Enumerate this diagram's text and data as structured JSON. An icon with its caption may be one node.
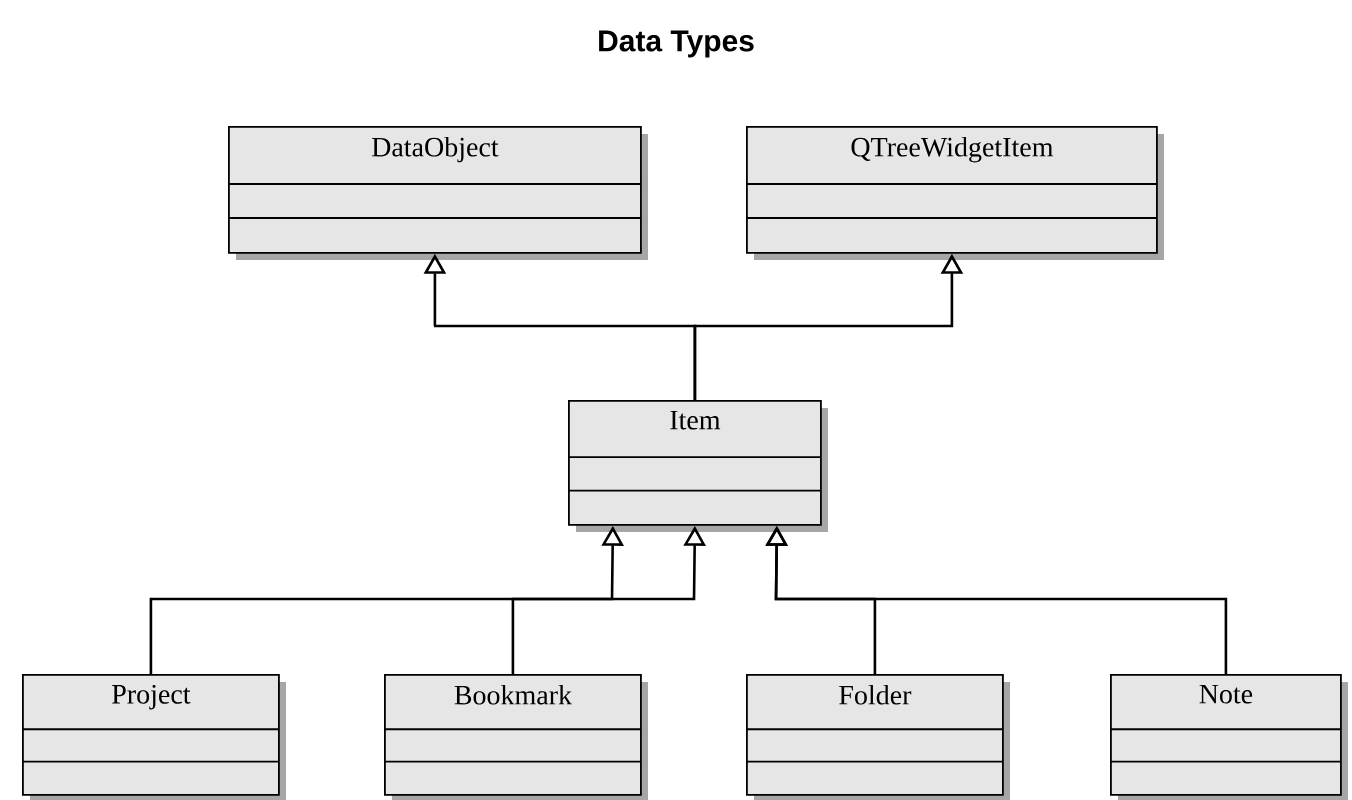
{
  "diagram": {
    "title": "Data Types",
    "nodes": [
      {
        "text": [
          "DataObject"
        ]
      },
      {
        "text": [
          "QTreeWidgetItem"
        ]
      },
      {
        "text": [
          "Item"
        ]
      },
      {
        "text": [
          "Project"
        ]
      },
      {
        "text": [
          "Bookmark"
        ]
      },
      {
        "text": [
          "Folder"
        ]
      },
      {
        "text": [
          "Note"
        ]
      }
    ],
    "edges": [
      {
        "from": 2,
        "to": 0,
        "arrow": "to"
      },
      {
        "from": 2,
        "to": 1,
        "arrow": "to"
      },
      {
        "from": 3,
        "to": 2,
        "arrow": "to"
      },
      {
        "from": 4,
        "to": 2,
        "arrow": "to"
      },
      {
        "from": 5,
        "to": 2,
        "arrow": "to"
      },
      {
        "from": 6,
        "to": 2,
        "arrow": "to"
      }
    ]
  }
}
